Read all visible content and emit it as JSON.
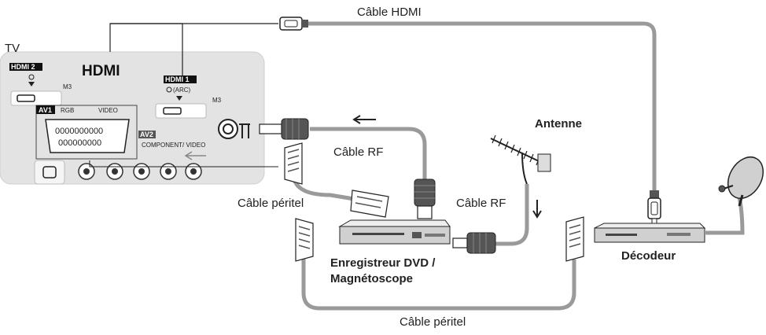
{
  "labels": {
    "tv": "TV",
    "hdmi_logo": "HDMI",
    "hdmi2": "HDMI 2",
    "hdmi1": "HDMI 1",
    "arc": "(ARC)",
    "m3": "M3",
    "av1": "AV1",
    "rgb": "RGB",
    "video": "VIDEO",
    "av2": "AV2",
    "component_video": "COMPONENT/ VIDEO",
    "cable_hdmi": "Câble HDMI",
    "cable_rf_1": "Câble RF",
    "cable_rf_2": "Câble RF",
    "cable_peritel_1": "Câble péritel",
    "cable_peritel_2": "Câble péritel",
    "antenne": "Antenne",
    "recorder_line1": "Enregistreur DVD /",
    "recorder_line2": "Magnétoscope",
    "decoder": "Décodeur"
  },
  "colors": {
    "cable": "#9a9a9a",
    "tv_panel": "#e3e3e3",
    "connector_dark": "#333333",
    "device_body": "#d0d0d0"
  }
}
